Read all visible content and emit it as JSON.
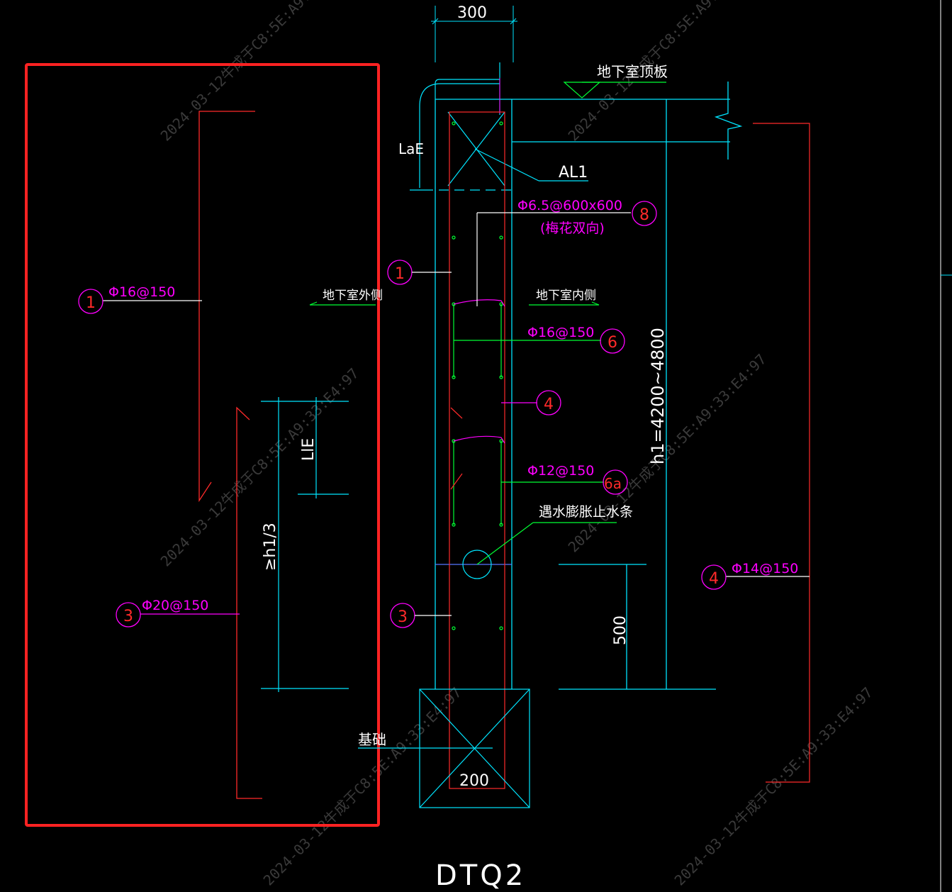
{
  "title": "DTQ2",
  "labels": {
    "dim_300": "300",
    "roof": "地下室顶板",
    "lae": "LaE",
    "al1": "AL1",
    "tie_spec": "Φ6.5@600x600",
    "tie_note": "(梅花双向)",
    "outside": "地下室外侧",
    "inside": "地下室内侧",
    "rebar_1": "Φ16@150",
    "rebar_6": "Φ16@150",
    "rebar_6a": "Φ12@150",
    "rebar_3": "Φ20@150",
    "rebar_4": "Φ14@150",
    "lle": "LlE",
    "h1_third": "≥h1/3",
    "height": "h1=4200~4800",
    "waterstop": "遇水膨胀止水条",
    "dim_500": "500",
    "foundation": "基础",
    "dim_200": "200"
  },
  "tags": {
    "t1_left": "1",
    "t3_left": "3",
    "t1_mid": "1",
    "t3_mid": "3",
    "t8": "8",
    "t6": "6",
    "t4_mid": "4",
    "t6a": "6a",
    "t4_right": "4"
  },
  "watermark": "2024-03-12牛成于C8:5E:A9:33:E4:97",
  "colors": {
    "cyan": "#00e5ff",
    "magenta": "#ff00ff",
    "red": "#ff2a2a",
    "green": "#00ff33",
    "white": "#ffffff",
    "blue": "#5577ff",
    "highlight": "#ff2222"
  }
}
